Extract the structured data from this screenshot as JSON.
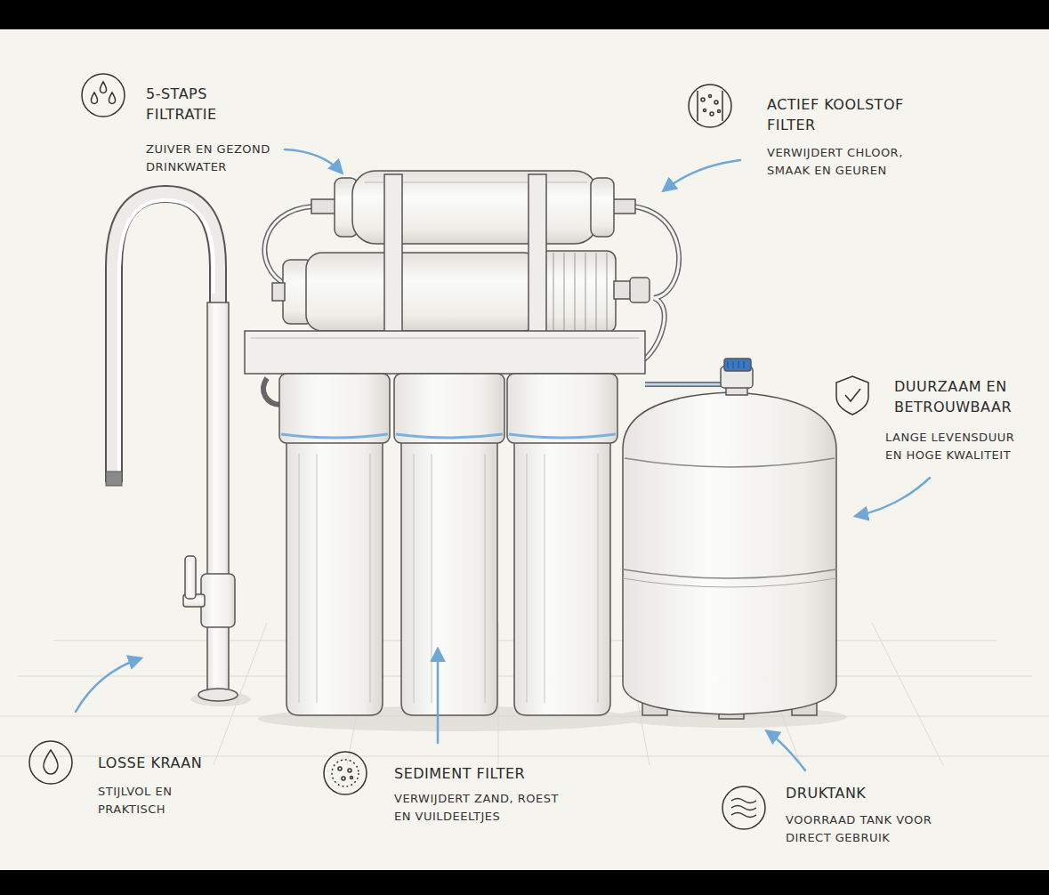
{
  "diagram": {
    "labels": [
      "5-STAPS FILTRATIE",
      "ZUIVER EN GEZOND DRINKWATER",
      "ACTIEF KOOLSTOF FILTER",
      "VERWIJDERT CHLOOR, SMAAK EN GEUREN",
      "DUURZAAM EN BETROUWBAAR",
      "LANGE LEVENSDUUR EN HOGE KWALITEIT",
      "LOSSE KRAAN",
      "STIJLVOL EN PRAKTISCH",
      "SEDIMENT FILTER",
      "VERWIJDERT ZAND, ROEST EN VUILDEELTJES",
      "DRUKTANK",
      "VOORRAAD TANK VOOR DIRECT GEBRUIK"
    ]
  }
}
